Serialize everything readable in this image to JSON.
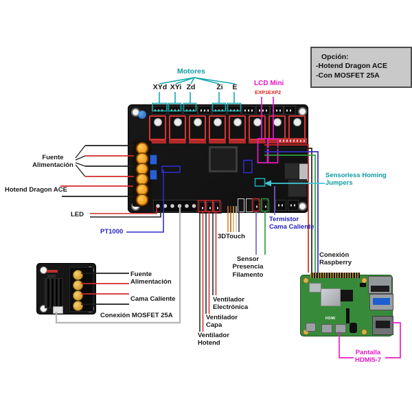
{
  "diagram": {
    "option_box": {
      "title": "Opción:",
      "options": [
        "-Hotend Dragon ACE",
        "-Con MOSFET 25A"
      ]
    },
    "motors": {
      "label": "Motores",
      "connectors": [
        "XYd",
        "XYi",
        "Zd",
        "Zi",
        "E"
      ]
    },
    "lcd": {
      "label": "LCD Mini",
      "ports": [
        "EXP1",
        "EXP2"
      ]
    },
    "labels": {
      "psu": "Fuente\nAlimentación",
      "hotend": "Hotend Dragon ACE",
      "led": "LED",
      "pt1000": "PT1000",
      "sensorless": "Sensorless Homing\nJumpers",
      "bed_thermistor": "Termistor\nCama Caliente",
      "bltouch": "3DTouch",
      "filament_sensor": "Sensor Presencia\nFilamento",
      "raspberry": "Conexión\nRaspberry",
      "fan_electronics": "Ventilador\nElectrónica",
      "fan_layer": "Ventilador\nCapa",
      "fan_hotend": "Ventilador\nHotend",
      "display": "Pantalla\nHDMI5-7"
    },
    "mosfet": {
      "psu": "Fuente\nAlimentación",
      "bed": "Cama Caliente",
      "connection": "Conexión MOSFET 25A"
    },
    "rpi": {
      "hdmi_text": "HDMI"
    },
    "colors": {
      "teal": "#0e9ba3",
      "cyan_arrow": "#41c6d6",
      "magenta": "#e316c6",
      "red": "#d42a2a",
      "blue": "#2e2ec8",
      "green": "#2f9e3f",
      "purple": "#7a5fd0",
      "gray_wire": "#b4b4b4",
      "black_wire": "#1c1c1c",
      "option_box_bg": "#c9c9c9"
    }
  }
}
